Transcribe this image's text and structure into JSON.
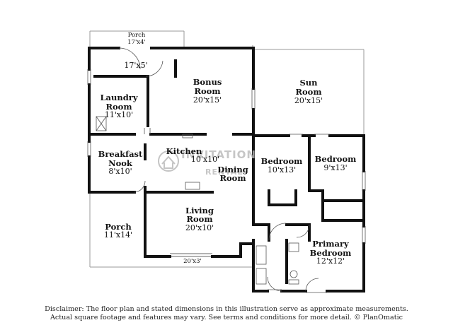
{
  "rooms": {
    "porch_top": {
      "name": "Porch",
      "dim": "17'x4'"
    },
    "closet_17x5": {
      "dim": "17'x5'"
    },
    "laundry": {
      "name_l1": "Laundry",
      "name_l2": "Room",
      "dim": "11'x10'"
    },
    "bonus": {
      "name_l1": "Bonus",
      "name_l2": "Room",
      "dim": "20'x15'"
    },
    "sun": {
      "name_l1": "Sun",
      "name_l2": "Room",
      "dim": "20'x15'"
    },
    "breakfast": {
      "name_l1": "Breakfast",
      "name_l2": "Nook",
      "dim": "8'x10'"
    },
    "kitchen": {
      "name": "Kitchen",
      "dim": "10'x10'"
    },
    "dining": {
      "name_l1": "Dining",
      "name_l2": "Room"
    },
    "bedroom_1": {
      "name": "Bedroom",
      "dim": "10'x13'"
    },
    "bedroom_2": {
      "name": "Bedroom",
      "dim": "9'x13'"
    },
    "porch_left": {
      "name": "Porch",
      "dim": "11'x14'"
    },
    "living": {
      "name_l1": "Living",
      "name_l2": "Room",
      "dim": "20'x10'"
    },
    "primary": {
      "name_l1": "Primary",
      "name_l2": "Bedroom",
      "dim": "12'x12'"
    },
    "patio": {
      "dim": "20'x3'"
    }
  },
  "watermark": {
    "brand": "INVITATION",
    "sub": "RENTAL"
  },
  "disclaimer": {
    "line1": "Disclaimer: The floor plan and stated dimensions in this illustration serve as approximate measurements.",
    "line2": "Actual square footage and features may vary. See terms and conditions for more detail. © PlanOmatic"
  },
  "colors": {
    "wall": "#111111",
    "thin_line": "#9a9a9a",
    "watermark": "#b9b9b9"
  }
}
